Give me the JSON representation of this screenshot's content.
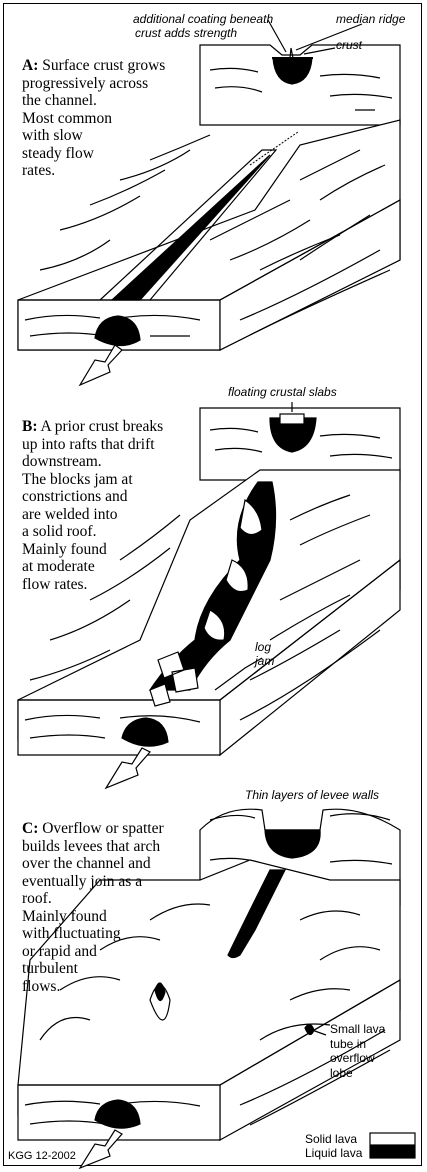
{
  "panel_a": {
    "letter": "A:",
    "text_first": " Surface crust grows",
    "lines": [
      "progressively across",
      "the channel.",
      "Most common",
      "with slow",
      "steady flow",
      "rates."
    ],
    "label_coating_1": "additional coating beneath",
    "label_coating_2": "crust adds strength",
    "label_median_ridge": "median ridge",
    "label_crust": "crust"
  },
  "panel_b": {
    "letter": "B:",
    "text_first": " A prior crust breaks",
    "lines": [
      "up into rafts that drift",
      "downstream.",
      "The blocks jam at",
      "constrictions and",
      "are welded into",
      "a solid roof.",
      "Mainly found",
      "at moderate",
      "flow rates."
    ],
    "label_slabs": "floating crustal slabs",
    "label_log": "log",
    "label_jam": "jam"
  },
  "panel_c": {
    "letter": "C:",
    "text_first": " Overflow or spatter",
    "lines": [
      "builds levees that arch",
      "over the channel and",
      "eventually join as a",
      "roof.",
      "Mainly found",
      "with fluctuating",
      "or rapid and",
      "turbulent",
      "flows."
    ],
    "label_levee": "Thin layers of  levee walls",
    "label_small_1": "Small lava",
    "label_small_2": "tube in",
    "label_small_3": "overflow",
    "label_small_4": "lobe"
  },
  "legend": {
    "solid": "Solid lava",
    "liquid": "Liquid lava",
    "solid_color": "#ffffff",
    "liquid_color": "#000000"
  },
  "credit": "KGG 12-2002"
}
